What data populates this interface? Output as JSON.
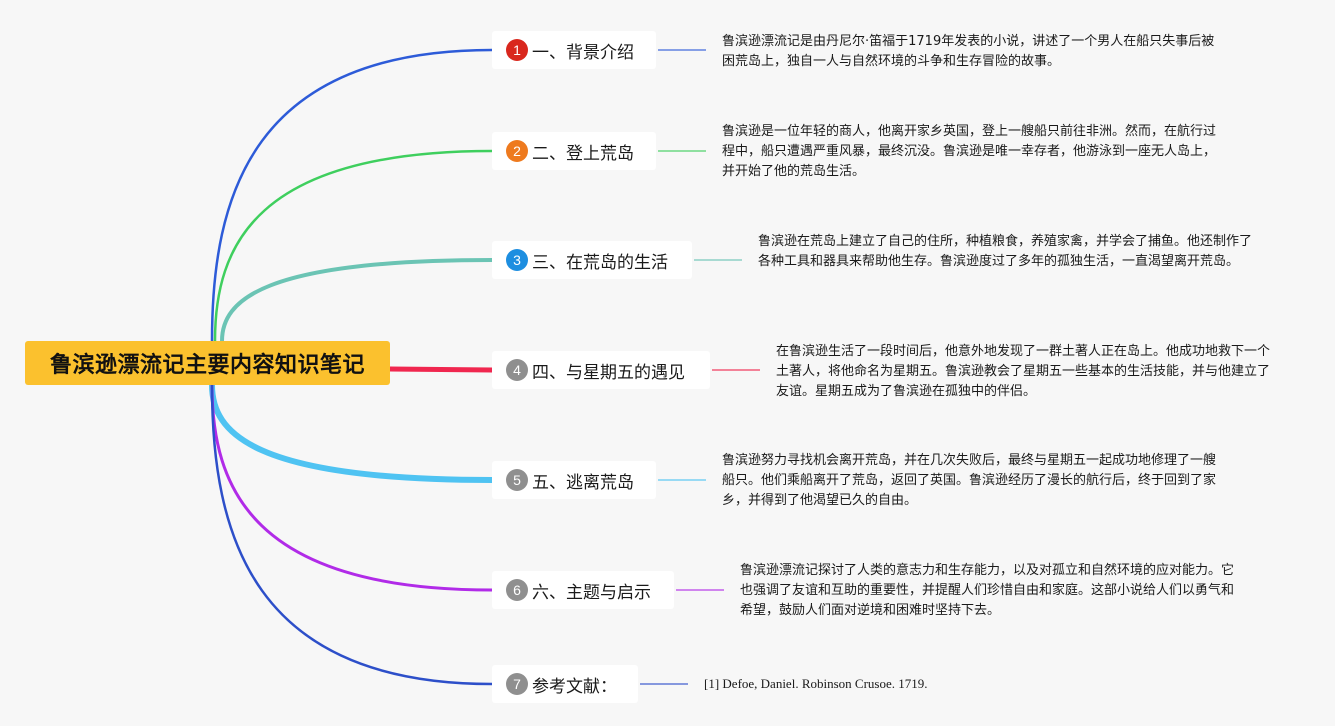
{
  "root": {
    "title": "鲁滨逊漂流记主要内容知识笔记"
  },
  "branches": [
    {
      "number": "1",
      "label": "一、背景介绍",
      "color": "#2d5bd8",
      "badge_color": "#d9271d",
      "text": "鲁滨逊漂流记是由丹尼尔·笛福于1719年发表的小说，讲述了一个男人在船只失事后被困荒岛上，独自一人与自然环境的斗争和生存冒险的故事。"
    },
    {
      "number": "2",
      "label": "二、登上荒岛",
      "color": "#3fcf5e",
      "badge_color": "#ee7a1e",
      "text": "鲁滨逊是一位年轻的商人，他离开家乡英国，登上一艘船只前往非洲。然而，在航行过程中，船只遭遇严重风暴，最终沉没。鲁滨逊是唯一幸存者，他游泳到一座无人岛上，并开始了他的荒岛生活。"
    },
    {
      "number": "3",
      "label": "三、在荒岛的生活",
      "color": "#6bc4b4",
      "badge_color": "#1d8ee0",
      "text": "鲁滨逊在荒岛上建立了自己的住所，种植粮食，养殖家禽，并学会了捕鱼。他还制作了各种工具和器具来帮助他生存。鲁滨逊度过了多年的孤独生活，一直渴望离开荒岛。"
    },
    {
      "number": "4",
      "label": "四、与星期五的遇见",
      "color": "#f0274f",
      "badge_color": "#8f8f8f",
      "text": "在鲁滨逊生活了一段时间后，他意外地发现了一群土著人正在岛上。他成功地救下一个土著人，将他命名为星期五。鲁滨逊教会了星期五一些基本的生活技能，并与他建立了友谊。星期五成为了鲁滨逊在孤独中的伴侣。"
    },
    {
      "number": "5",
      "label": "五、逃离荒岛",
      "color": "#4fc3f2",
      "badge_color": "#8f8f8f",
      "text": "鲁滨逊努力寻找机会离开荒岛，并在几次失败后，最终与星期五一起成功地修理了一艘船只。他们乘船离开了荒岛，返回了英国。鲁滨逊经历了漫长的航行后，终于回到了家乡，并得到了他渴望已久的自由。"
    },
    {
      "number": "6",
      "label": "六、主题与启示",
      "color": "#b12be8",
      "badge_color": "#8f8f8f",
      "text": "鲁滨逊漂流记探讨了人类的意志力和生存能力，以及对孤立和自然环境的应对能力。它也强调了友谊和互助的重要性，并提醒人们珍惜自由和家庭。这部小说给人们以勇气和希望，鼓励人们面对逆境和困难时坚持下去。"
    },
    {
      "number": "7",
      "label": "参考文献：",
      "color": "#2d4fc9",
      "badge_color": "#8f8f8f",
      "text": "[1] Defoe, Daniel. Robinson Crusoe. 1719."
    }
  ]
}
